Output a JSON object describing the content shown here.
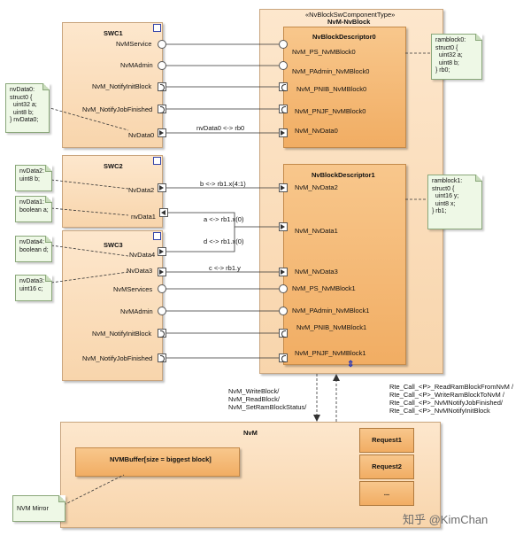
{
  "nvm_block": {
    "stereotype": "«NvBlockSwComponentType»",
    "title": "NvM-NvBlock",
    "descriptor0": {
      "title": "NvBlockDescriptor0",
      "ports": [
        "NvM_PS_NvMBlock0",
        "NvM_PAdmin_NvMBlock0",
        "NvM_PNIB_NvMBlock0",
        "NvM_PNJF_NvMBlock0",
        "NvM_NvData0"
      ]
    },
    "descriptor1": {
      "title": "NvBlockDescriptor1",
      "ports": [
        "NvM_NvData2",
        "NvM_NvData1",
        "NvM_NvData3",
        "NvM_PS_NvMBlock1",
        "NvM_PAdmin_NvMBlock1",
        "NvM_PNIB_NvMBlock1",
        "NvM_PNJF_NvMBlock1"
      ]
    }
  },
  "swc1": {
    "title": "SWC1",
    "ports": [
      "NvMService",
      "NvMAdmin",
      "NvM_NotifyInitBlock",
      "NvM_NotifyJobFinished",
      "NvData0"
    ]
  },
  "swc2": {
    "title": "SWC2",
    "ports": [
      "NvData2",
      "nvData1"
    ]
  },
  "swc3": {
    "title": "SWC3",
    "ports": [
      "NvData4",
      "NvData3",
      "NvMServices",
      "NvMAdmin",
      "NvM_NotifyInitBlock",
      "NvM_NotifyJobFinished"
    ]
  },
  "connections": {
    "c0": "nvData0 <-> rb0",
    "c2": "b <-> rb1.x(4:1)",
    "c1": "a <-> rb1.x(0)",
    "c4": "d <-> rb1.x(0)",
    "c3": "c <-> rb1.y"
  },
  "notes": {
    "nvData0": "nvData0:\nstruct0 {\n  uint32 a;\n  uint8 b;\n} nvData0;",
    "nvData2": "nvData2:\nuint8 b;",
    "nvData1": "nvData1:\nboolean a;",
    "nvData4": "nvData4:\nboolean d;",
    "nvData3": "nvData3:\nuint16 c;",
    "ramblock0": "ramblock0:\nstruct0 {\n  uint32 a;\n  uint8 b;\n} rb0;",
    "ramblock1": "ramblock1:\nstruct0 {\n  uint16 y;\n  uint8 x;\n} rb1;",
    "nvm_mirror": "NVM Mirror"
  },
  "dependencies": {
    "left_lines": [
      "NvM_WriteBlock/",
      "NvM_ReadBlock/",
      "NvM_SetRamBlockStatus/"
    ],
    "right_lines": [
      "Rte_Call_<P>_ReadRamBlockFromNvM /",
      "Rte_Call_<P>_WriteRamBlockToNvM /",
      "Rte_Call_<P>_NvMNotifyJobFinished/",
      "Rte_Call_<P>_NvMNotifyInitBlock"
    ]
  },
  "nvm": {
    "title": "NvM",
    "buffer": "NVMBuffer[size = biggest block]",
    "requests": [
      "Request1",
      "Request2",
      "..."
    ]
  },
  "watermark": "知乎 @KimChan"
}
